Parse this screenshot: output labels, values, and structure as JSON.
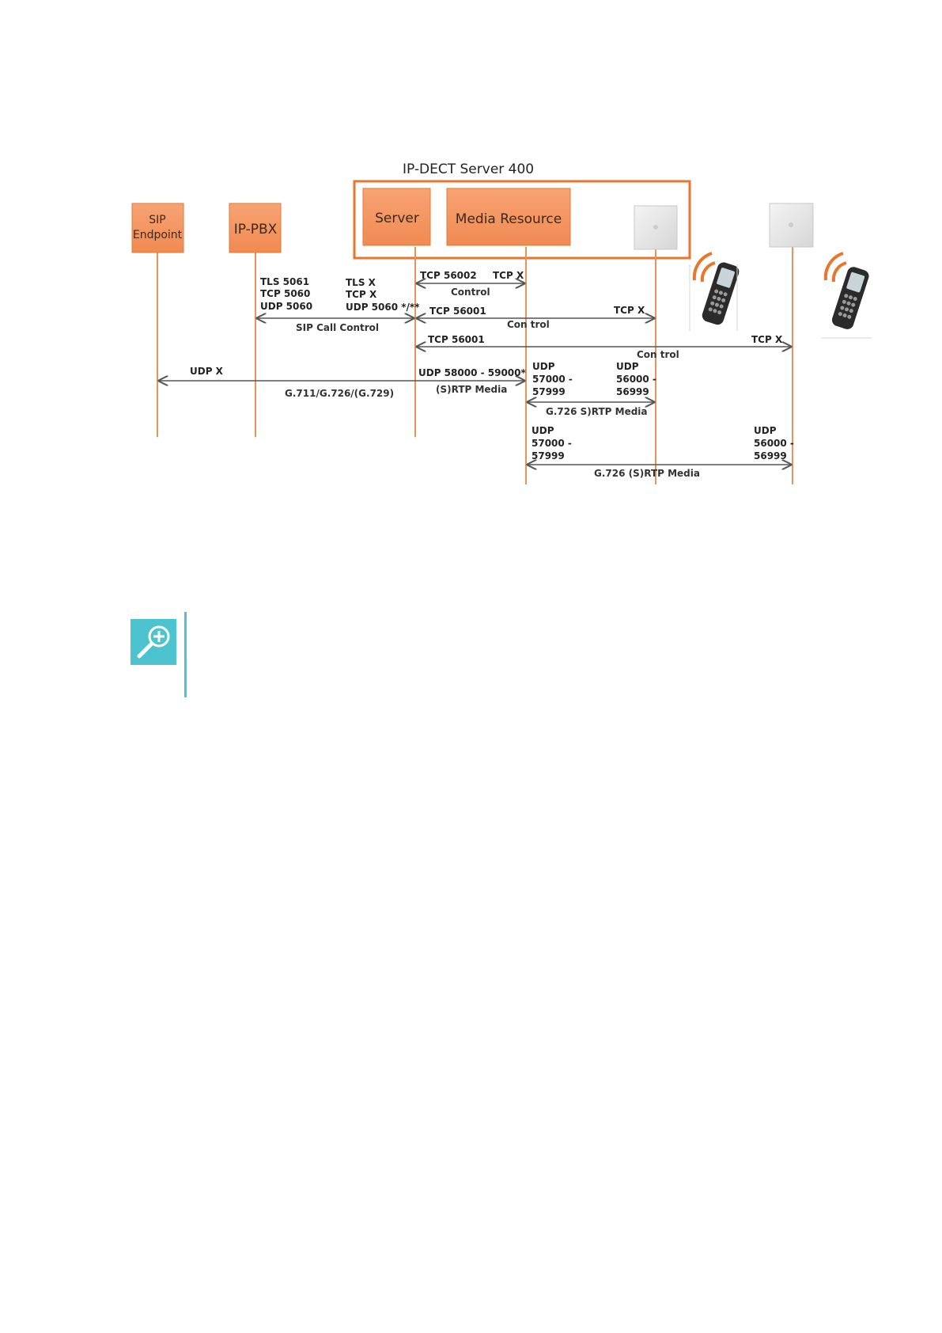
{
  "diagram": {
    "container_title": "IP-DECT Server 400",
    "nodes": {
      "sip_endpoint": [
        "SIP",
        "Endpoint"
      ],
      "ip_pbx": "IP-PBX",
      "server": "Server",
      "media_resource": "Media Resource"
    },
    "labels": {
      "pbx_ports": [
        "TLS 5061",
        "TCP 5060",
        "UDP 5060"
      ],
      "server_sip_ports": [
        "TLS X",
        "TCP X",
        "UDP 5060 */**"
      ],
      "sip_call_control": "SIP Call Control",
      "tcp_56002": "TCP 56002",
      "tcp_x_media": "TCP X",
      "control_media": "Control",
      "tcp_56001_a": "TCP 56001",
      "tcp_x_base1": "TCP  X",
      "control_base1": "Con trol",
      "tcp_56001_b": "TCP 56001",
      "tcp_x_base2": "TCP  X",
      "control_base2": "Con trol",
      "udp_x": "UDP X",
      "codec_endpoint": "G.711/G.726/(G.729)",
      "udp_58000": "UDP 58000 - 59000*",
      "srtp_media": "(S)RTP Media",
      "udp_57000_a": [
        "UDP",
        "57000 -",
        "57999"
      ],
      "udp_56000_a": [
        "UDP",
        "56000 -",
        "56999"
      ],
      "g726_a": "G.726 S)RTP Media",
      "udp_57000_b": [
        "UDP",
        "57000 -",
        "57999"
      ],
      "udp_56000_b": [
        "UDP",
        "56000 -",
        "56999"
      ],
      "g726_b": "G.726 (S)RTP Media"
    }
  },
  "colors": {
    "accent_orange": "#e8945a",
    "node_orange": "#f59a68",
    "note_teal": "#4cc3cf"
  },
  "icons": {
    "note": "magnifier-plus-icon",
    "base_station": "base-station-icon",
    "handset": "dect-handset-icon"
  }
}
